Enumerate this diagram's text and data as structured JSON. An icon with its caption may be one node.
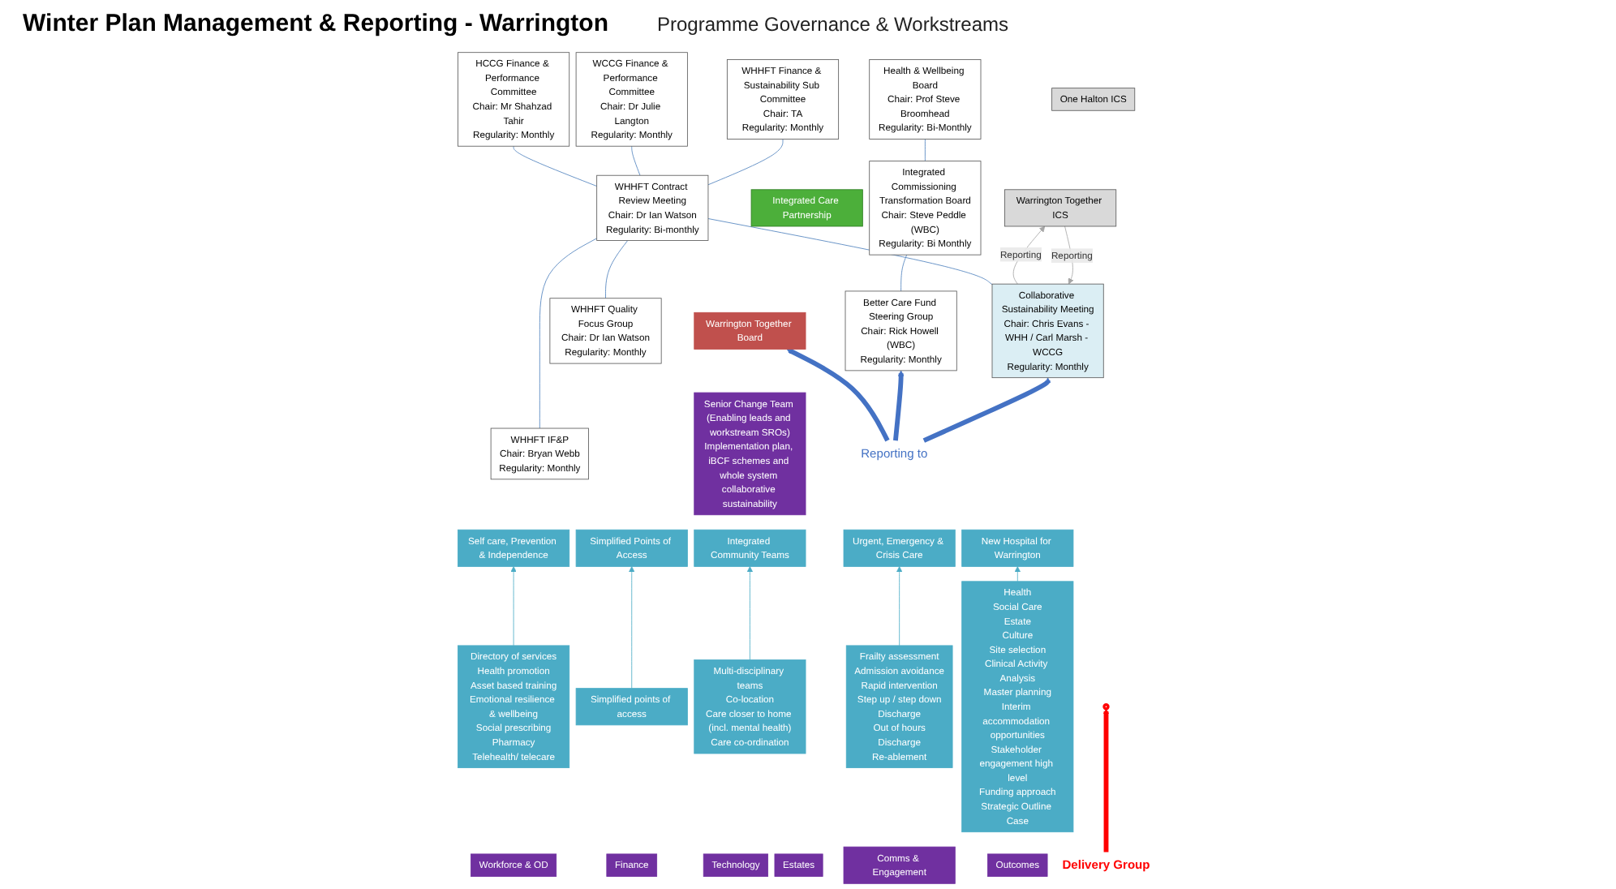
{
  "diagram": {
    "title": "Winter Plan Management & Reporting - Warrington",
    "nodes": [
      {
        "text": [
          "Health & Wellbeing Board",
          "Chair: Prof Steve Broomhead",
          "Regularity: Bi-Monthly"
        ]
      },
      {
        "text": [
          "Integrated Commissioning Transformation Board",
          "Chair: Steve Peddle (WBC)",
          "Regularity: Bi Monthly"
        ]
      },
      {
        "text": [
          "Better Care Fund Steering Group",
          "Chair: Rick Howell (WBC)",
          "Regularity: Monthly"
        ]
      },
      {
        "text": [
          "HCCG Finance & Performance Committee",
          "Chair: Mr Shahzad Tahir",
          "Regularity: Monthly"
        ]
      },
      {
        "text": [
          "WCCG Finance & Performance Committee",
          "Chair: Dr Julie Langton",
          "Regularity: Monthly"
        ]
      },
      {
        "text": [
          "WHHFT Finance & Sustainability Sub Committee",
          "Chair: TA",
          "Regularity: Monthly"
        ]
      },
      {
        "text": [
          "WHHFT Contract Review Meeting",
          "Chair: Dr Ian Watson",
          "Regularity: Bi-monthly"
        ]
      },
      {
        "text": [
          "WHHFT IF&P",
          "Chair: Bryan Webb",
          "Regularity: Monthly"
        ]
      },
      {
        "text": [
          "Collaborative Sustainability Meeting",
          "Chair: Chris Evans - WHH / Carl Marsh - WCCG",
          "Regularity: Monthly"
        ]
      },
      {
        "text": [
          "WHHFT Quality Focus Group",
          "Chair: Dr Ian Watson",
          "Regularity: Monthly"
        ]
      },
      {
        "text": [
          "One Halton ICS"
        ]
      },
      {
        "text": [
          "Warrington Together ICS"
        ]
      },
      {
        "text": [
          "Integrated Care Partnership"
        ]
      },
      {
        "text": [
          "Warrington Together Board"
        ]
      },
      {
        "text": [
          "Senior Change Team (Enabling leads and workstream SROs)",
          "Implementation plan, iBCF schemes and whole system collaborative sustainability"
        ]
      },
      {
        "text": [
          "Self care, Prevention & Independence"
        ]
      },
      {
        "text": [
          "Simplified Points of Access"
        ]
      },
      {
        "text": [
          "Integrated Community Teams"
        ]
      },
      {
        "text": [
          "Urgent, Emergency & Crisis Care"
        ]
      },
      {
        "text": [
          "New Hospital for Warrington"
        ]
      },
      {
        "text": [
          "Directory of services",
          "Health promotion",
          "Asset based training",
          "Emotional resilience & wellbeing",
          "Social prescribing",
          "Pharmacy",
          "Telehealth/ telecare"
        ]
      },
      {
        "text": [
          "Simplified points of access"
        ]
      },
      {
        "text": [
          "Multi-disciplinary teams",
          "Co-location",
          "Care closer to home (incl. mental health)",
          "Care co-ordination"
        ]
      },
      {
        "text": [
          "Frailty assessment",
          "Admission avoidance",
          "Rapid intervention",
          "Step up / step down",
          "Discharge",
          "Out of hours",
          "Discharge",
          "Re-ablement"
        ]
      },
      {
        "text": [
          "Health",
          "Social Care",
          "Estate",
          "Culture",
          "Site selection",
          "Clinical Activity Analysis",
          "Master planning",
          "Interim accommodation opportunities",
          "Stakeholder engagement high level",
          "Funding approach",
          "Strategic Outline Case"
        ]
      },
      {
        "text": [
          "Workforce & OD"
        ]
      },
      {
        "text": [
          "Finance"
        ]
      },
      {
        "text": [
          "Technology"
        ]
      },
      {
        "text": [
          "Estates"
        ]
      },
      {
        "text": [
          "Comms & Engagement"
        ]
      },
      {
        "text": [
          "Outcomes"
        ]
      },
      {
        "text": [
          "Reporting to"
        ]
      },
      {
        "text": [
          "Delivery Group"
        ]
      },
      {
        "text": [],
        "shape": "circle"
      }
    ],
    "edges": [
      {
        "from": 1,
        "to": 0,
        "arrow": "none"
      },
      {
        "from": 2,
        "to": 1,
        "arrow": "none"
      },
      {
        "from": 6,
        "to": 3,
        "arrow": "none"
      },
      {
        "from": 6,
        "to": 4,
        "arrow": "none"
      },
      {
        "from": 6,
        "to": 5,
        "arrow": "none"
      },
      {
        "from": 7,
        "to": 6,
        "arrow": "none"
      },
      {
        "from": 8,
        "to": 6,
        "arrow": "none"
      },
      {
        "from": 9,
        "to": 6,
        "arrow": "none"
      },
      {
        "from": 8,
        "to": 11,
        "arrow": "to",
        "label": "Reporting",
        "color": "#a6a6a6"
      },
      {
        "from": 11,
        "to": 8,
        "arrow": "to",
        "label": "Reporting",
        "color": "#a6a6a6"
      },
      {
        "from": 20,
        "to": 15,
        "arrow": "to",
        "color": "#4bacc6"
      },
      {
        "from": 21,
        "to": 16,
        "arrow": "to",
        "color": "#4bacc6"
      },
      {
        "from": 22,
        "to": 17,
        "arrow": "to",
        "color": "#4bacc6"
      },
      {
        "from": 23,
        "to": 18,
        "arrow": "to",
        "color": "#4bacc6"
      },
      {
        "from": 24,
        "to": 19,
        "arrow": "to",
        "color": "#4bacc6"
      },
      {
        "from": 31,
        "to": 13,
        "arrow": "to",
        "style": "thick",
        "color": "#4472c4"
      },
      {
        "from": 31,
        "to": 2,
        "arrow": "to",
        "style": "thick",
        "color": "#4472c4"
      },
      {
        "from": 31,
        "to": 8,
        "arrow": "to",
        "style": "thick",
        "color": "#4472c4"
      },
      {
        "from": 32,
        "to": 33,
        "arrow": "to",
        "style": "thick",
        "color": "#ff0000"
      }
    ],
    "labels": [
      "Programme Governance & Workstreams"
    ]
  }
}
